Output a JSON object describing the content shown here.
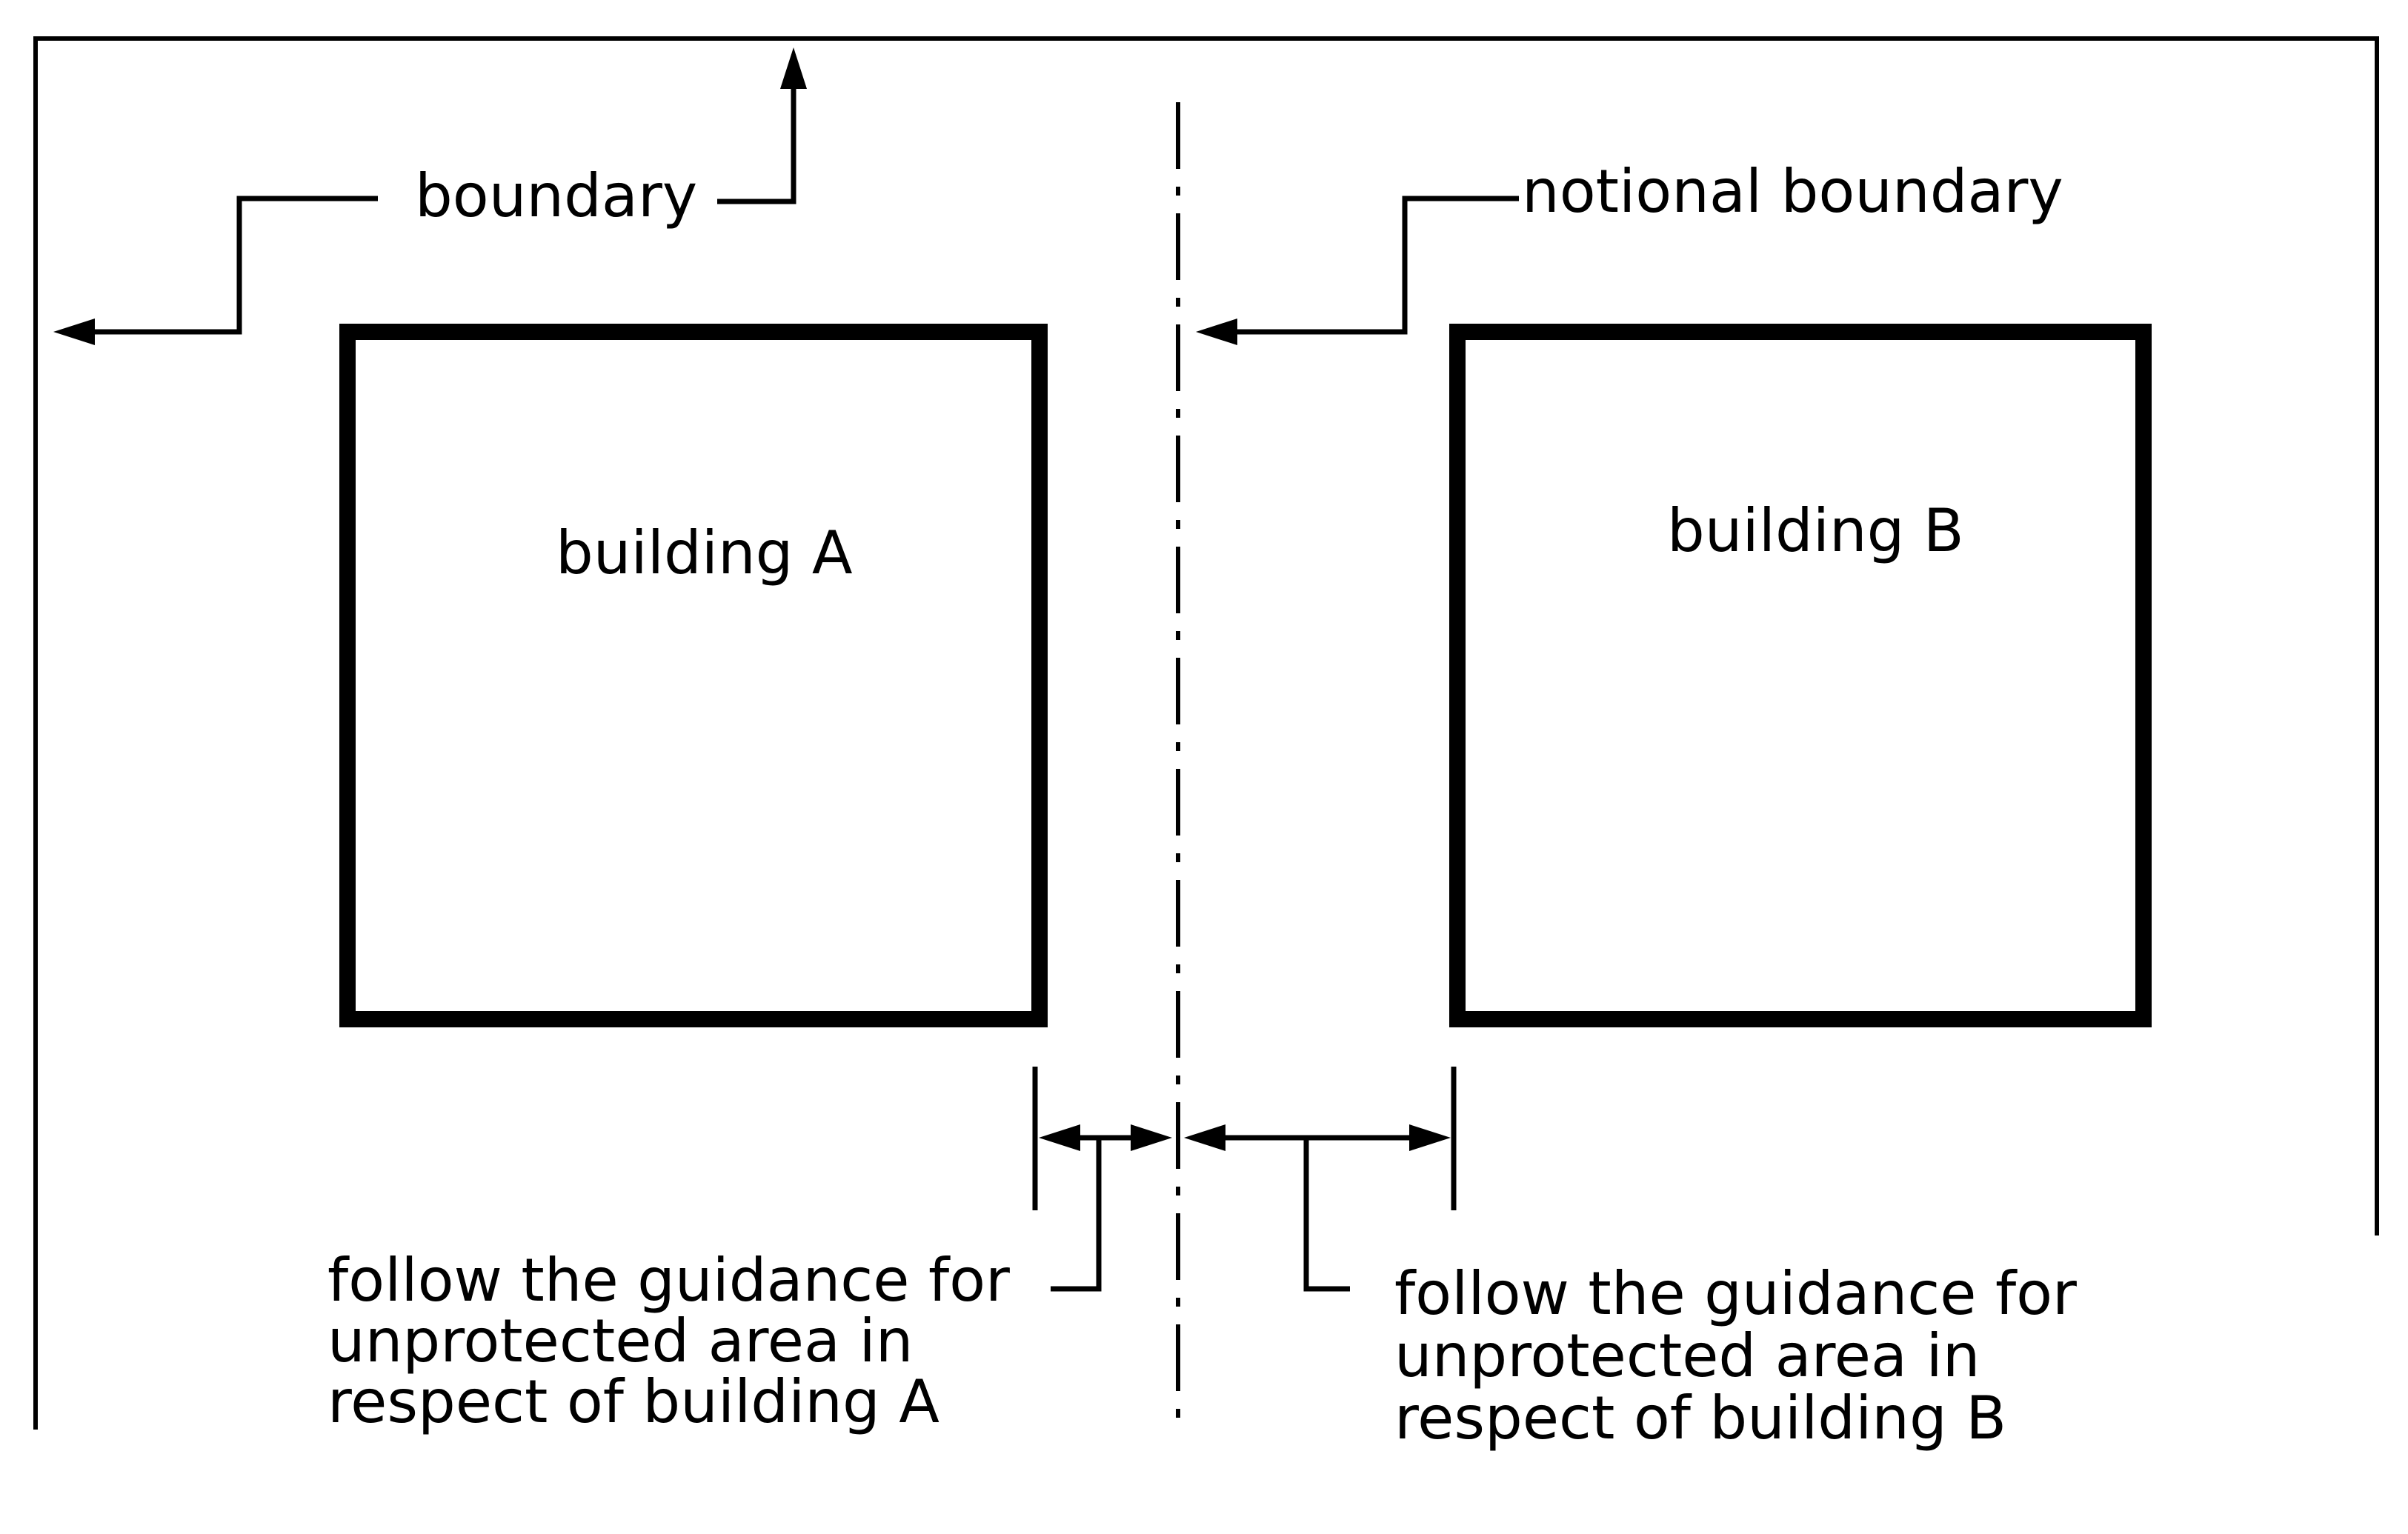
{
  "labels": {
    "boundary": "boundary",
    "notional_boundary": "notional boundary",
    "building_a": "building A",
    "building_b": "building B"
  },
  "guidance_a": {
    "line1": "follow the guidance for",
    "line2": "unprotected area in",
    "line3": "respect of building A"
  },
  "guidance_b": {
    "line1": "follow the guidance for",
    "line2": "unprotected area in",
    "line3": "respect of building B"
  },
  "colors": {
    "ink": "#000000",
    "background": "#ffffff"
  }
}
